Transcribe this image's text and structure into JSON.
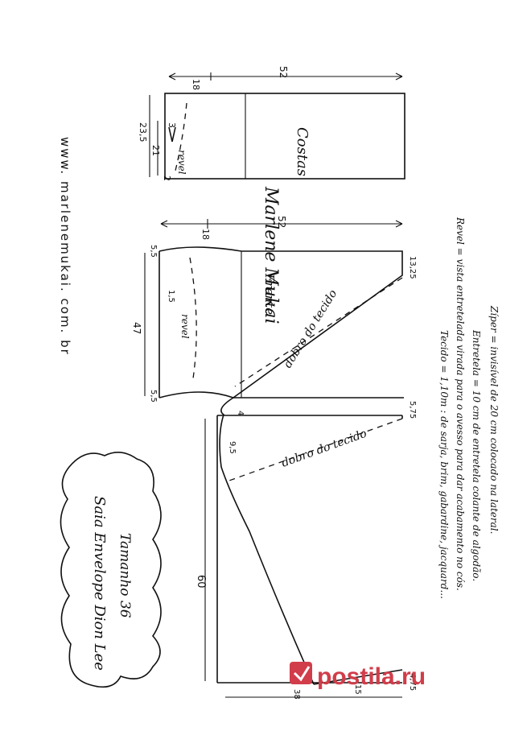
{
  "site": "www. marlenemukai. com. br",
  "title": {
    "line1": "Saia Envelope Dion Lee",
    "line2": "Tamanho 36"
  },
  "costas": {
    "label": "Costas",
    "revel": "revel",
    "dims": {
      "width": "52",
      "top": "18",
      "hip": "23,5",
      "side": "21",
      "dart": "3",
      "bottom": "2"
    }
  },
  "frente": {
    "label": "Frente",
    "revel": "revel",
    "fold1": "dobro do tecido",
    "fold2": "dobro do tecido",
    "dims": {
      "width": "52",
      "top": "18",
      "length": "47",
      "waist_top": "5,5",
      "waist_bot": "5,5",
      "dart": "1,5",
      "right": "13,25",
      "right2": "5,75",
      "ref4": "4",
      "ref95": "9,5",
      "length60": "60",
      "b38": "38",
      "b15": "15",
      "b475": "4,75"
    }
  },
  "signature": "Marlene Mukai",
  "notes": [
    "Tecido = 1,10m : de sarja, brim, gabardine, jacquard...",
    "Revel = vista entretelada virada para o avesso para dar acabamento no cós.",
    "Entretela = 10 cm de entretela colante de algodão.",
    "Zíper = invisível de 20 cm colocado na lateral."
  ],
  "watermark": "postila.ru"
}
